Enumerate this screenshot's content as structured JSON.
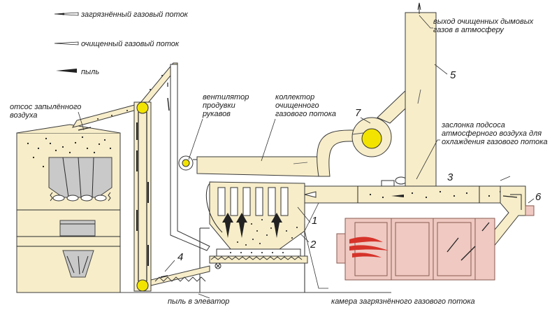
{
  "legend": {
    "dirty_flow": "загрязнённый газовый поток",
    "clean_flow": "очищенный газовый поток",
    "dust": "пыль"
  },
  "labels": {
    "dust_extraction": [
      "отсос запылённого",
      "воздуха"
    ],
    "fan_purge": [
      "вентилятор",
      "продувки",
      "рукавов"
    ],
    "collector": [
      "коллектор",
      "очищенного",
      "газового потока"
    ],
    "exhaust": [
      "выход очищенных дымовых",
      "газов в атмосферу"
    ],
    "damper": [
      "заслонка подсоса",
      "атмосферного воздуха для",
      "охлаждения газового потока"
    ],
    "dust_to_elevator": "пыль в элеватор",
    "dirty_chamber": "камера загрязнённого газового потока"
  },
  "numbers": [
    "1",
    "2",
    "3",
    "4",
    "5",
    "6",
    "7"
  ],
  "colors": {
    "apparatus": "#f7edc9",
    "filter_gray": "#c9c9c9",
    "furnace": "#efc9c2",
    "flame": "#d6332a",
    "fan_rotor": "#f2e400"
  }
}
